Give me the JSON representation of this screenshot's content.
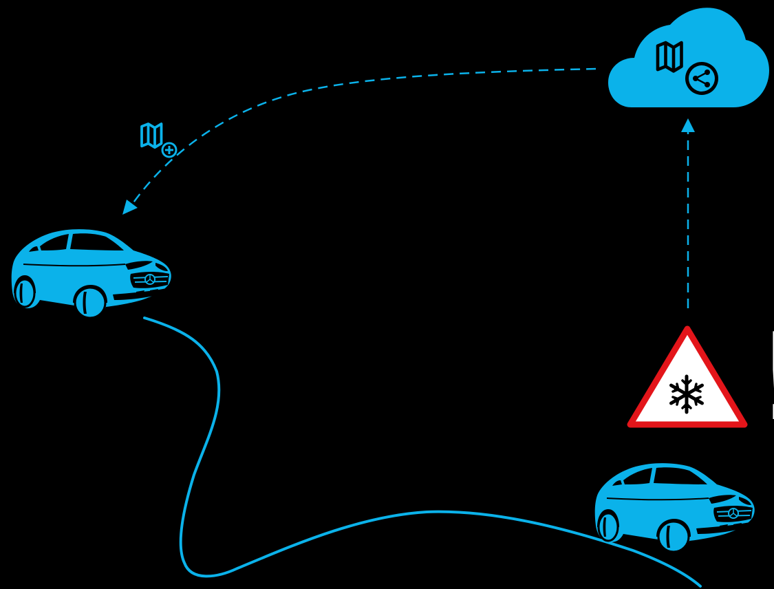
{
  "diagram": {
    "colors": {
      "background": "#000000",
      "accent": "#0bb2ea",
      "warning_red": "#e3151a",
      "white": "#ffffff"
    },
    "nodes": [
      {
        "id": "cloud",
        "icon": "cloud-map-share-icon"
      },
      {
        "id": "map-add",
        "icon": "map-add-icon"
      },
      {
        "id": "car-receiving",
        "icon": "car-icon"
      },
      {
        "id": "hazard",
        "icon": "snow-warning-sign-icon"
      },
      {
        "id": "car-reporting",
        "icon": "car-icon"
      }
    ],
    "edges": [
      {
        "from": "car-reporting",
        "to": "cloud",
        "style": "dashed"
      },
      {
        "from": "cloud",
        "to": "car-receiving",
        "style": "dashed"
      }
    ],
    "road": {
      "style": "solid"
    },
    "alert_mark": "!"
  }
}
